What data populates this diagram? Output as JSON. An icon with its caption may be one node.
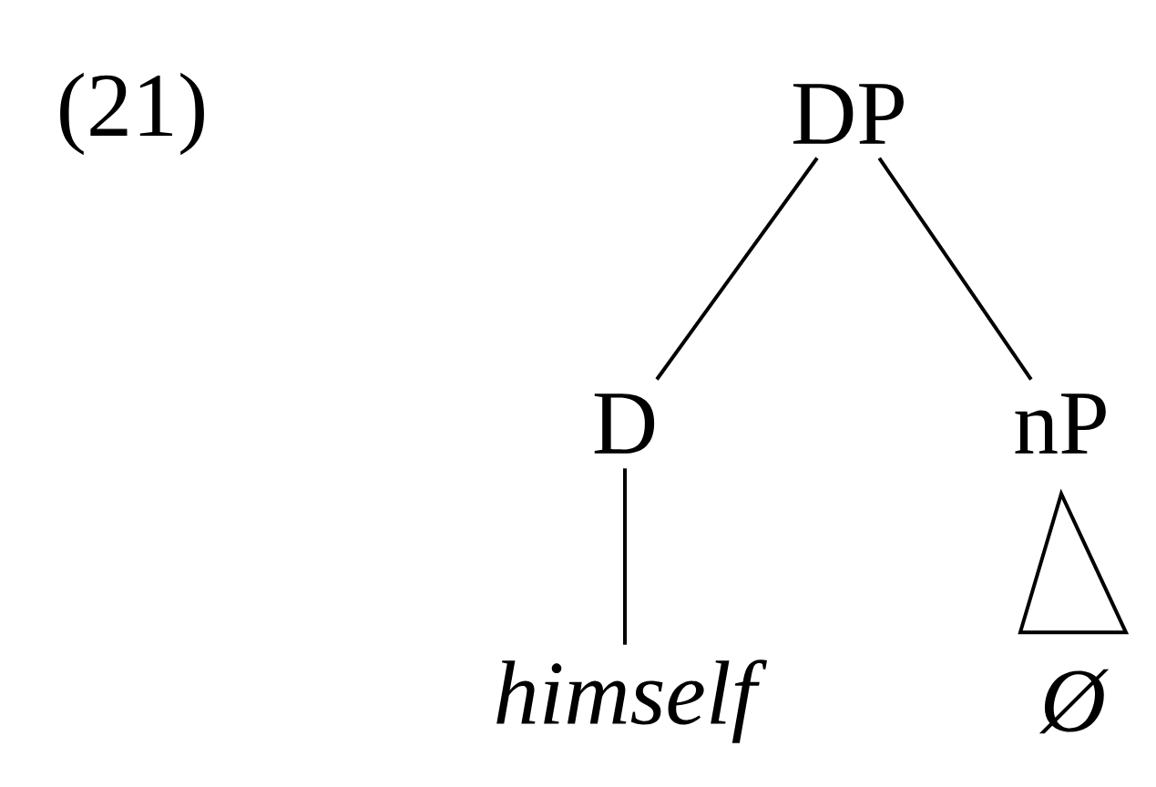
{
  "diagram": {
    "nodes": [
      {
        "text": [
          "DP"
        ]
      },
      {
        "text": [
          "D"
        ]
      },
      {
        "text": [
          "nP"
        ]
      },
      {
        "text": [
          "himself"
        ]
      },
      {
        "text": [
          "Ø"
        ]
      }
    ],
    "edges": [
      {
        "from": 0,
        "to": 1,
        "arrow": "none"
      },
      {
        "from": 0,
        "to": 2,
        "arrow": "none"
      },
      {
        "from": 1,
        "to": 3,
        "arrow": "none"
      },
      {
        "from": 2,
        "to": 4,
        "arrow": "none"
      }
    ],
    "labels": [
      "(21)"
    ]
  }
}
